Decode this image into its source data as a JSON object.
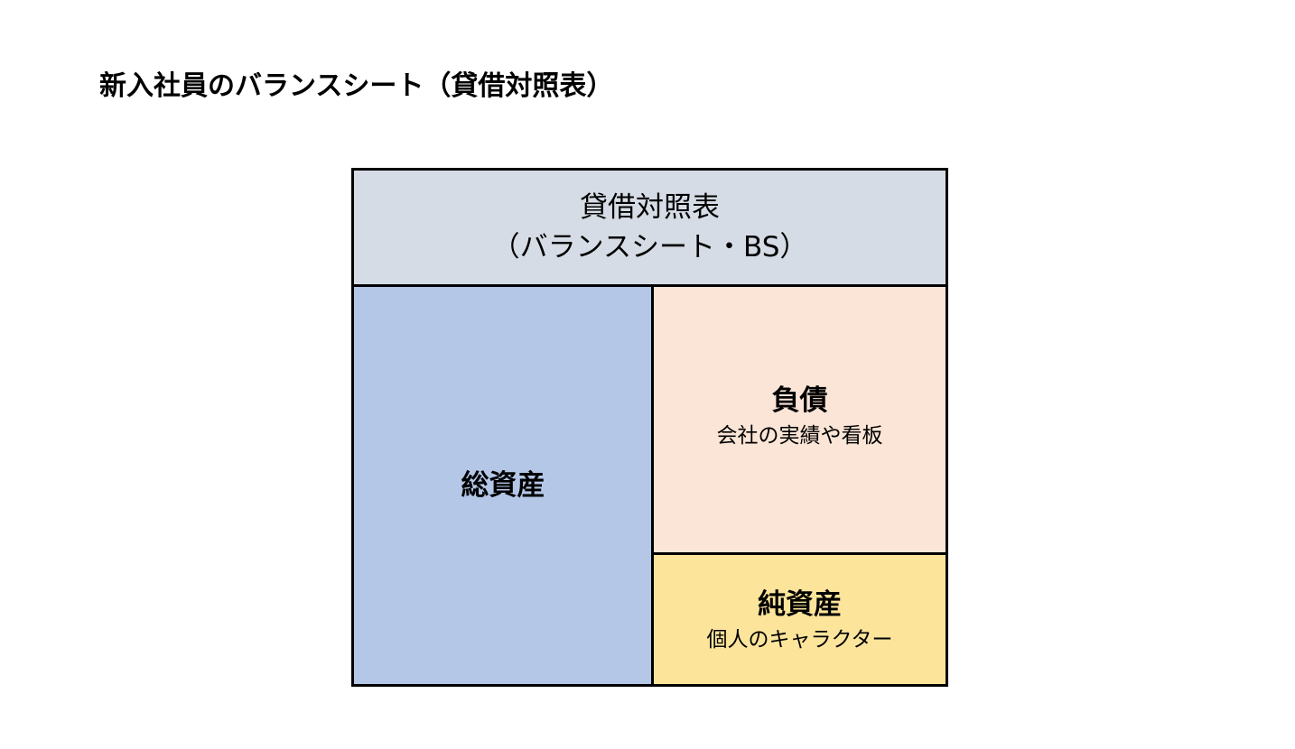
{
  "title": "新入社員のバランスシート（貸借対照表）",
  "header": {
    "line1": "貸借対照表",
    "line2": "（バランスシート・BS）"
  },
  "assets": {
    "label": "総資産"
  },
  "liabilities": {
    "label": "負債",
    "description": "会社の実績や看板"
  },
  "equity": {
    "label": "純資産",
    "description": "個人のキャラクター"
  },
  "colors": {
    "header": "#d6dce5",
    "assets": "#b4c7e7",
    "liabilities": "#fbe5d6",
    "equity": "#fce49b"
  }
}
